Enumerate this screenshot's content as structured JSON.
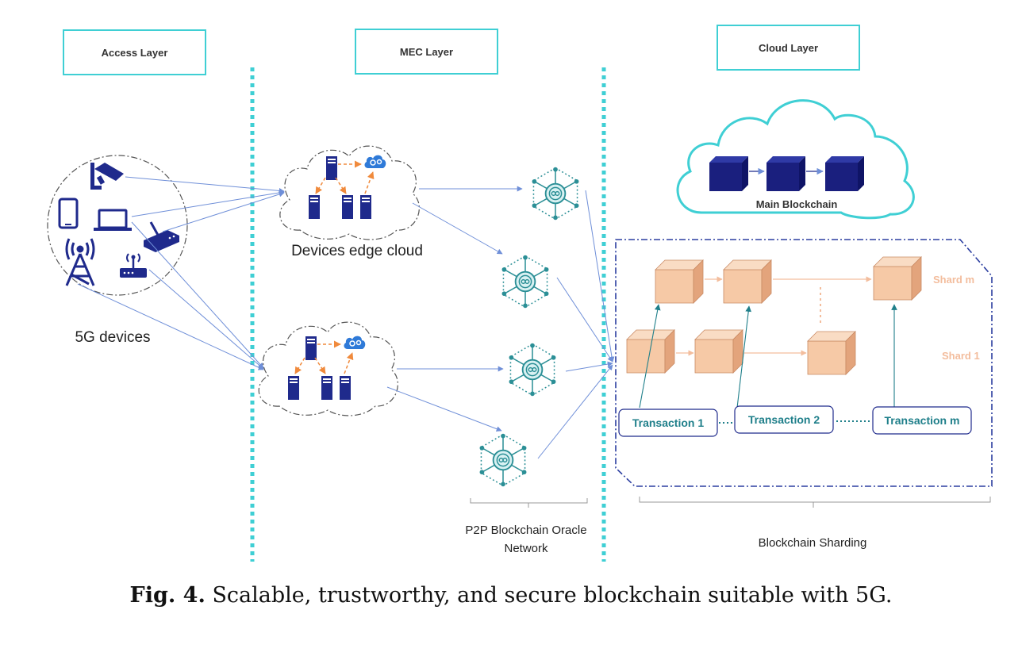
{
  "layers": {
    "access": "Access Layer",
    "mec": "MEC Layer",
    "cloud": "Cloud Layer"
  },
  "labels": {
    "devices_edge_cloud": "Devices edge cloud",
    "five_g_devices": "5G devices",
    "main_blockchain": "Main Blockchain",
    "shard_m": "Shard m",
    "shard_1": "Shard 1",
    "oracle_line1": "P2P Blockchain Oracle",
    "oracle_line2": "Network",
    "blockchain_sharding": "Blockchain Sharding"
  },
  "transactions": [
    "Transaction 1",
    "Transaction 2",
    "Transaction m"
  ],
  "caption": {
    "prefix": "Fig. 4.",
    "text": "Scalable, trustworthy, and secure blockchain suitable with 5G."
  },
  "colors": {
    "teal": "#3fcfd4",
    "navy": "#1f2a8c",
    "arrow_blue": "#6f8fd8",
    "block_fill": "#f6c9a6",
    "block_side": "#e3a47c",
    "shard_text": "#f3bd9d",
    "transaction_text": "#1f7f8a",
    "oracle_teal": "#2b8f96",
    "dashed_orange": "#f08a3c"
  }
}
